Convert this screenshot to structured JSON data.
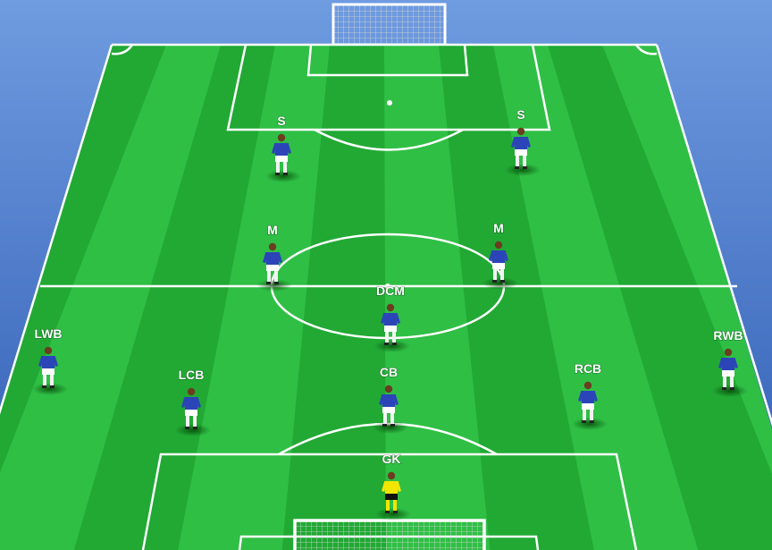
{
  "formation": {
    "players": [
      {
        "label": "S",
        "role": "outfield"
      },
      {
        "label": "S",
        "role": "outfield"
      },
      {
        "label": "M",
        "role": "outfield"
      },
      {
        "label": "M",
        "role": "outfield"
      },
      {
        "label": "DCM",
        "role": "outfield"
      },
      {
        "label": "LWB",
        "role": "outfield"
      },
      {
        "label": "RWB",
        "role": "outfield"
      },
      {
        "label": "LCB",
        "role": "outfield"
      },
      {
        "label": "CB",
        "role": "outfield"
      },
      {
        "label": "RCB",
        "role": "outfield"
      },
      {
        "label": "GK",
        "role": "goalkeeper"
      }
    ]
  },
  "colors": {
    "sky_top": "#5f8fd6",
    "sky_bottom": "#2f5cb3",
    "pitch_light": "#2fbf45",
    "pitch_dark": "#21a934",
    "lines": "#ffffff",
    "outfield_shirt": "#2b45b8",
    "outfield_shorts": "#ffffff",
    "gk_shirt": "#f2e600",
    "gk_shorts": "#111111"
  }
}
